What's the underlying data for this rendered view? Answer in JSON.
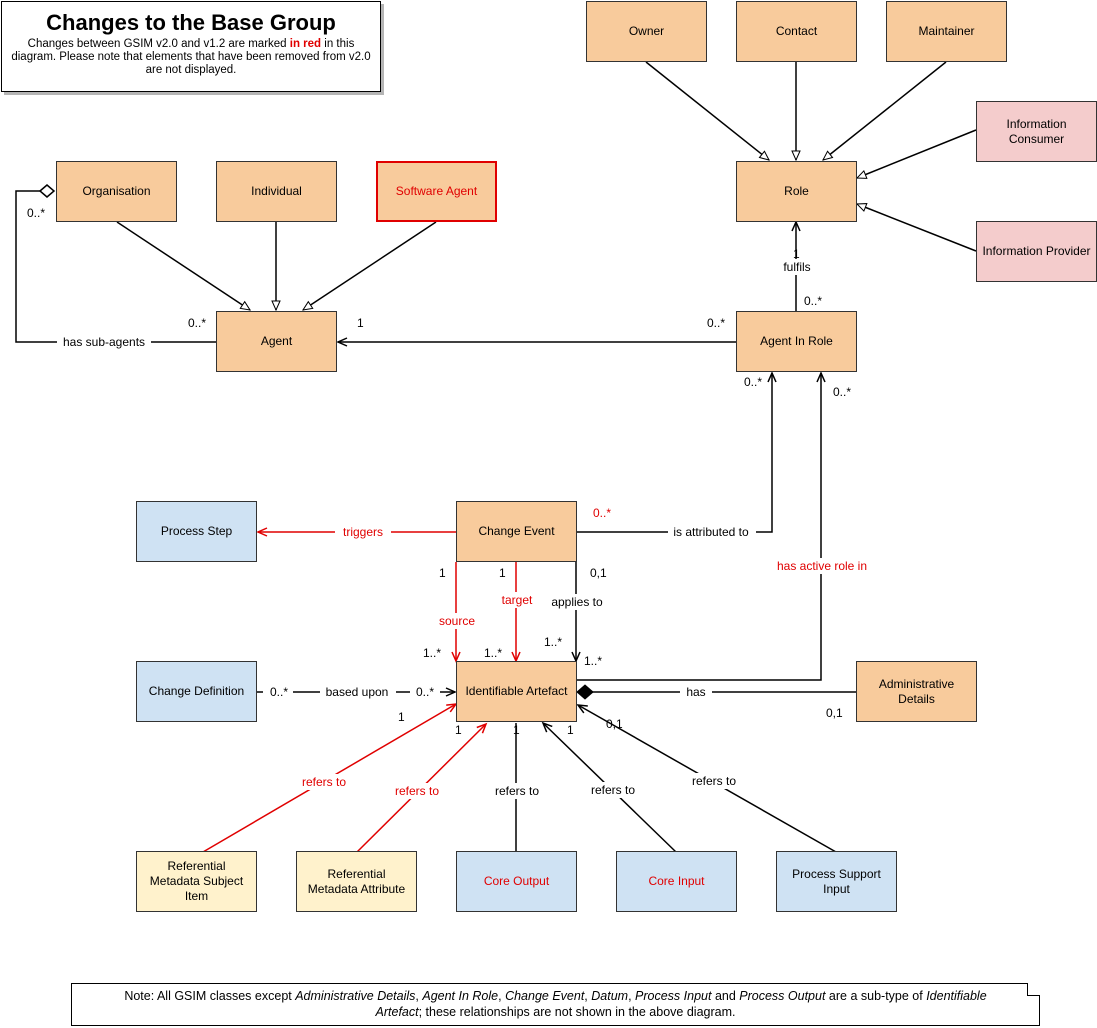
{
  "header": {
    "title": "Changes to the Base Group",
    "desc_before": "Changes between GSIM v2.0 and v1.2 are marked ",
    "desc_highlight": "in red",
    "desc_after": " in this diagram. Please note that elements that have been removed from v2.0 are not displayed."
  },
  "classes": {
    "owner": "Owner",
    "contact": "Contact",
    "maintainer": "Maintainer",
    "information_consumer": "Information Consumer",
    "role": "Role",
    "information_provider": "Information Provider",
    "organisation": "Organisation",
    "individual": "Individual",
    "software_agent": "Software Agent",
    "agent": "Agent",
    "agent_in_role": "Agent In Role",
    "process_step": "Process Step",
    "change_event": "Change Event",
    "change_definition": "Change Definition",
    "identifiable_artefact": "Identifiable Artefact",
    "administrative_details": "Administrative Details",
    "ref_metadata_subject_item": "Referential Metadata Subject Item",
    "ref_metadata_attribute": "Referential Metadata Attribute",
    "core_output": "Core Output",
    "core_input": "Core Input",
    "process_support_input": "Process Support Input"
  },
  "relationships": {
    "has_sub_agents": "has sub-agents",
    "fulfils": "fulfils",
    "triggers": "triggers",
    "is_attributed_to": "is attributed to",
    "has_active_role_in": "has active role in",
    "source": "source",
    "target": "target",
    "applies_to": "applies to",
    "based_upon": "based upon",
    "has": "has",
    "refers_to_subject_item": "refers to",
    "refers_to_attribute": "refers to",
    "refers_to_core_output": "refers to",
    "refers_to_core_input": "refers to",
    "refers_to_process_support": "refers to"
  },
  "multiplicities": {
    "org_self": "0..*",
    "agent_subagents": "0..*",
    "agent_end": "1",
    "agentinrole_agent_end": "0..*",
    "role_fulfils": "1",
    "agentinrole_fulfils": "0..*",
    "agentinrole_attrib": "0..*",
    "agentinrole_active": "0..*",
    "changeevent_attrib": "0..*",
    "source_top": "1",
    "target_top": "1",
    "applies_top": "0,1",
    "applies_bottom": "1..*",
    "source_bottom": "1..*",
    "target_bottom": "1..*",
    "applies_right": "1..*",
    "changedef_based": "0..*",
    "artefact_based": "0..*",
    "ia_ref_subject": "1",
    "ia_ref_attribute": "1",
    "ia_core_output": "1",
    "ia_core_input": "1",
    "ia_process_support": "0,1",
    "admin_details": "0,1"
  },
  "note": {
    "prefix": "Note: All GSIM classes except ",
    "items": [
      "Administrative Details",
      "Agent In Role",
      "Change Event",
      "Datum",
      "Process Input"
    ],
    "conjunction": " and ",
    "last_item": "Process Output",
    "middle": " are a sub-type of ",
    "target": "Identifiable Artefact",
    "suffix": "; these relationships are not shown in the above diagram."
  },
  "colors": {
    "orange": "#f8cb9c",
    "pink": "#f4cccc",
    "blue": "#cfe2f3",
    "yellow": "#fff2cc",
    "changed": "#e00000"
  }
}
